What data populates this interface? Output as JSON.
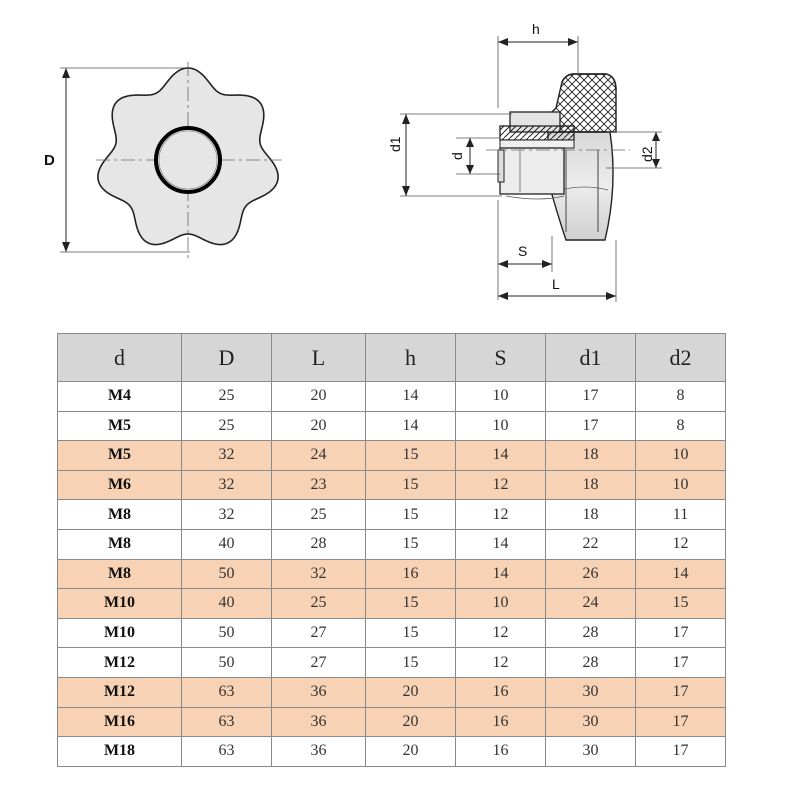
{
  "drawing": {
    "front_view": {
      "dim_label": "D"
    },
    "side_view": {
      "dim_h": "h",
      "dim_d1": "d1",
      "dim_d": "d",
      "dim_d2": "d2",
      "dim_S": "S",
      "dim_L": "L"
    }
  },
  "table": {
    "headers": [
      "d",
      "D",
      "L",
      "h",
      "S",
      "d1",
      "d2"
    ],
    "row_colors": {
      "plain": "#ffffff",
      "highlight": "#f8d2b5",
      "header": "#d6d6d6"
    },
    "rows": [
      {
        "highlight": false,
        "cells": [
          "M4",
          "25",
          "20",
          "14",
          "10",
          "17",
          "8"
        ]
      },
      {
        "highlight": false,
        "cells": [
          "M5",
          "25",
          "20",
          "14",
          "10",
          "17",
          "8"
        ]
      },
      {
        "highlight": true,
        "cells": [
          "M5",
          "32",
          "24",
          "15",
          "14",
          "18",
          "10"
        ]
      },
      {
        "highlight": true,
        "cells": [
          "M6",
          "32",
          "23",
          "15",
          "12",
          "18",
          "10"
        ]
      },
      {
        "highlight": false,
        "cells": [
          "M8",
          "32",
          "25",
          "15",
          "12",
          "18",
          "11"
        ]
      },
      {
        "highlight": false,
        "cells": [
          "M8",
          "40",
          "28",
          "15",
          "14",
          "22",
          "12"
        ]
      },
      {
        "highlight": true,
        "cells": [
          "M8",
          "50",
          "32",
          "16",
          "14",
          "26",
          "14"
        ]
      },
      {
        "highlight": true,
        "cells": [
          "M10",
          "40",
          "25",
          "15",
          "10",
          "24",
          "15"
        ]
      },
      {
        "highlight": false,
        "cells": [
          "M10",
          "50",
          "27",
          "15",
          "12",
          "28",
          "17"
        ]
      },
      {
        "highlight": false,
        "cells": [
          "M12",
          "50",
          "27",
          "15",
          "12",
          "28",
          "17"
        ]
      },
      {
        "highlight": true,
        "cells": [
          "M12",
          "63",
          "36",
          "20",
          "16",
          "30",
          "17"
        ]
      },
      {
        "highlight": true,
        "cells": [
          "M16",
          "63",
          "36",
          "20",
          "16",
          "30",
          "17"
        ]
      },
      {
        "highlight": false,
        "cells": [
          "M18",
          "63",
          "36",
          "20",
          "16",
          "30",
          "17"
        ]
      }
    ]
  }
}
